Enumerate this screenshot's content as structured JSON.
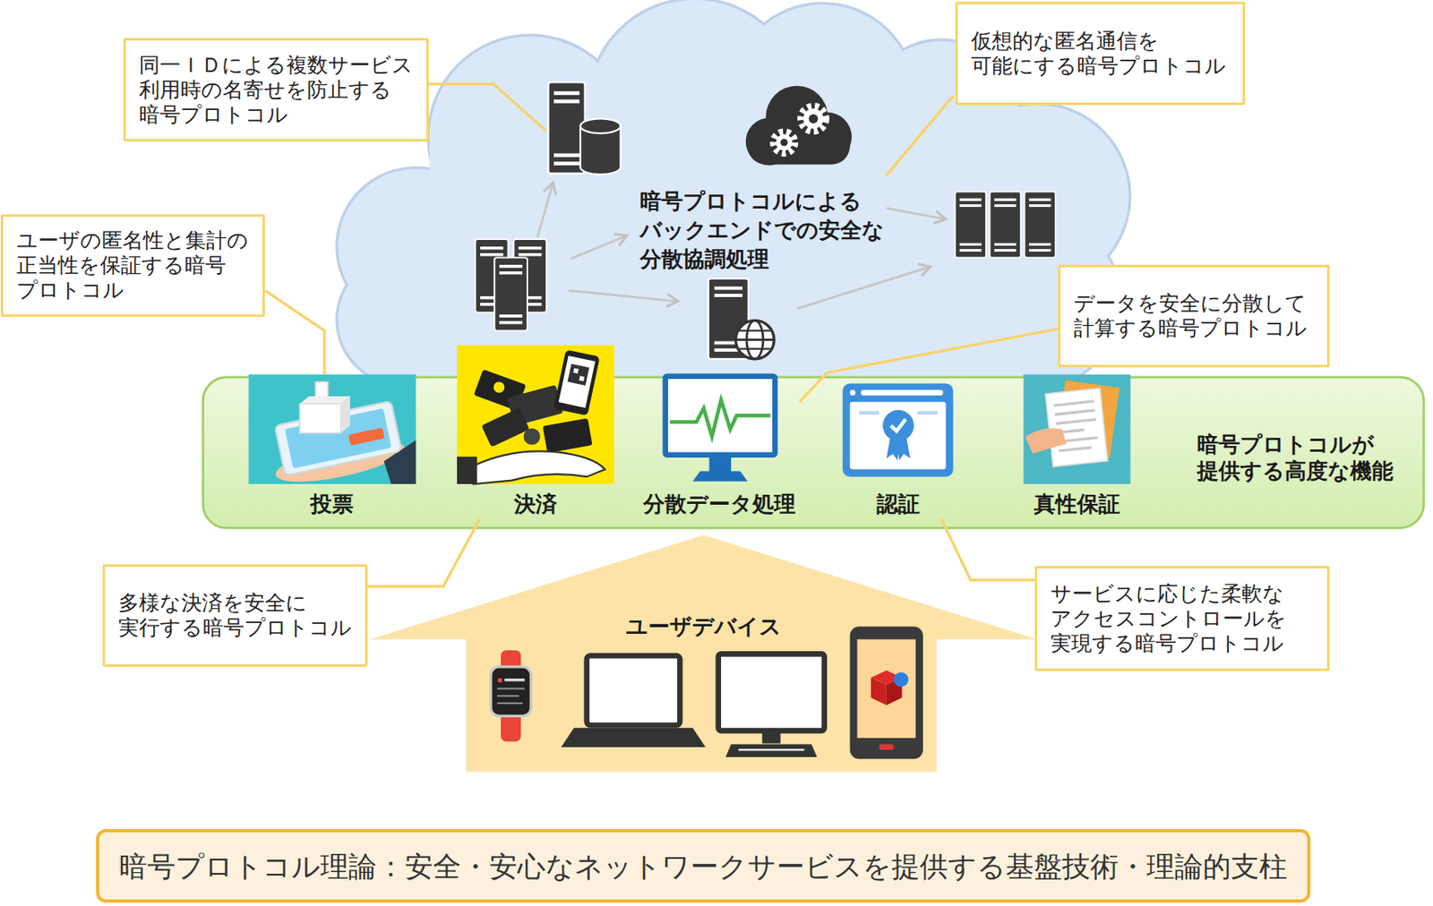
{
  "diagram": {
    "nodes": [
      {
        "text": [
          "同一ＩＤによる複数サービス 利用時の名寄せを防止する 暗号プロトコル"
        ]
      },
      {
        "text": [
          "仮想的な匿名通信を 可能にする暗号プロトコル"
        ]
      },
      {
        "text": [
          "暗号プロトコルによる バックエンドでの安全な 分散協調処理"
        ]
      },
      {
        "text": [
          "ユーザの匿名性と集計の 正当性を保証する暗号 プロトコル"
        ]
      },
      {
        "text": [
          "データを安全に分散して 計算する暗号プロトコル"
        ]
      },
      {
        "text": [
          "暗号プロトコルが 提供する高度な機能"
        ]
      },
      {
        "text": [
          "投票"
        ],
        "in": 5
      },
      {
        "text": [
          "決済"
        ],
        "in": 5
      },
      {
        "text": [
          "分散データ処理"
        ],
        "in": 5
      },
      {
        "text": [
          "認証"
        ],
        "in": 5
      },
      {
        "text": [
          "真性保証"
        ],
        "in": 5
      },
      {
        "text": [
          "多様な決済を安全に 実行する暗号プロトコル"
        ]
      },
      {
        "text": [
          "サービスに応じた柔軟な アクセスコントロールを 実現する暗号プロトコル"
        ]
      },
      {
        "text": [
          "ユーザデバイス"
        ]
      },
      {
        "text": [
          "暗号プロトコル理論：安全・安心なネットワークサービスを提供する基盤技術・理論的支柱"
        ]
      }
    ],
    "edges": [
      {
        "from": 3,
        "to": 6,
        "arrow": "none"
      },
      {
        "from": 4,
        "to": 8,
        "arrow": "none"
      },
      {
        "from": 11,
        "to": 7,
        "arrow": "none"
      },
      {
        "from": 12,
        "to": 9,
        "arrow": "none"
      }
    ]
  }
}
